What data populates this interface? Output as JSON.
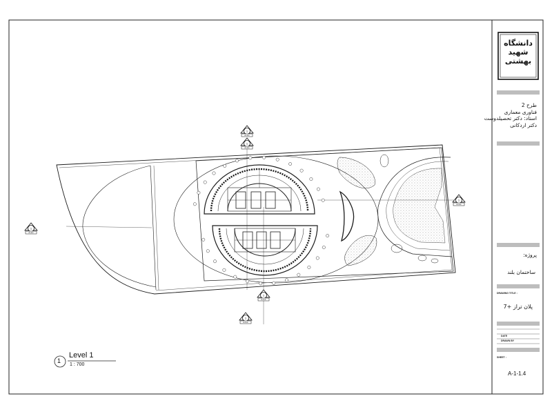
{
  "drawing": {
    "view_title": "Level 1",
    "view_scale": "1 : 700",
    "view_number": "1"
  },
  "title_block": {
    "logo_text": "دانشگاه شهید بهشتی",
    "course_lines": [
      "طرح 2",
      "فناوری معماری",
      "استاد: دکتر تحصیلدوست",
      "دکتر اردکانی"
    ],
    "project_label": "پروژه:",
    "project_name": "ساختمان بلند",
    "drawing_title_label": "DRAWING TITLE :",
    "drawing_title": "پلان تراز +7",
    "date_label": "DATE",
    "drawn_by_label": "DRAWN BY",
    "sheet_label": "SHEET :",
    "sheet_number": "A-1-1.4"
  },
  "section_markers": [
    {
      "id": "top-1",
      "number": "1",
      "ref": "A-3-1"
    },
    {
      "id": "top-2",
      "number": "1",
      "ref": "A-3-1"
    },
    {
      "id": "left",
      "number": "1",
      "ref": "A-3-1"
    },
    {
      "id": "right",
      "number": "1",
      "ref": "A-3-1"
    },
    {
      "id": "bottom-1",
      "number": "1",
      "ref": "A-3-1"
    },
    {
      "id": "bottom-2",
      "number": "1",
      "ref": "A-3-1"
    }
  ],
  "colors": {
    "line": "#1a1a1a",
    "stripe": "#bdbdbd",
    "hatch": "#9a9a9a"
  }
}
